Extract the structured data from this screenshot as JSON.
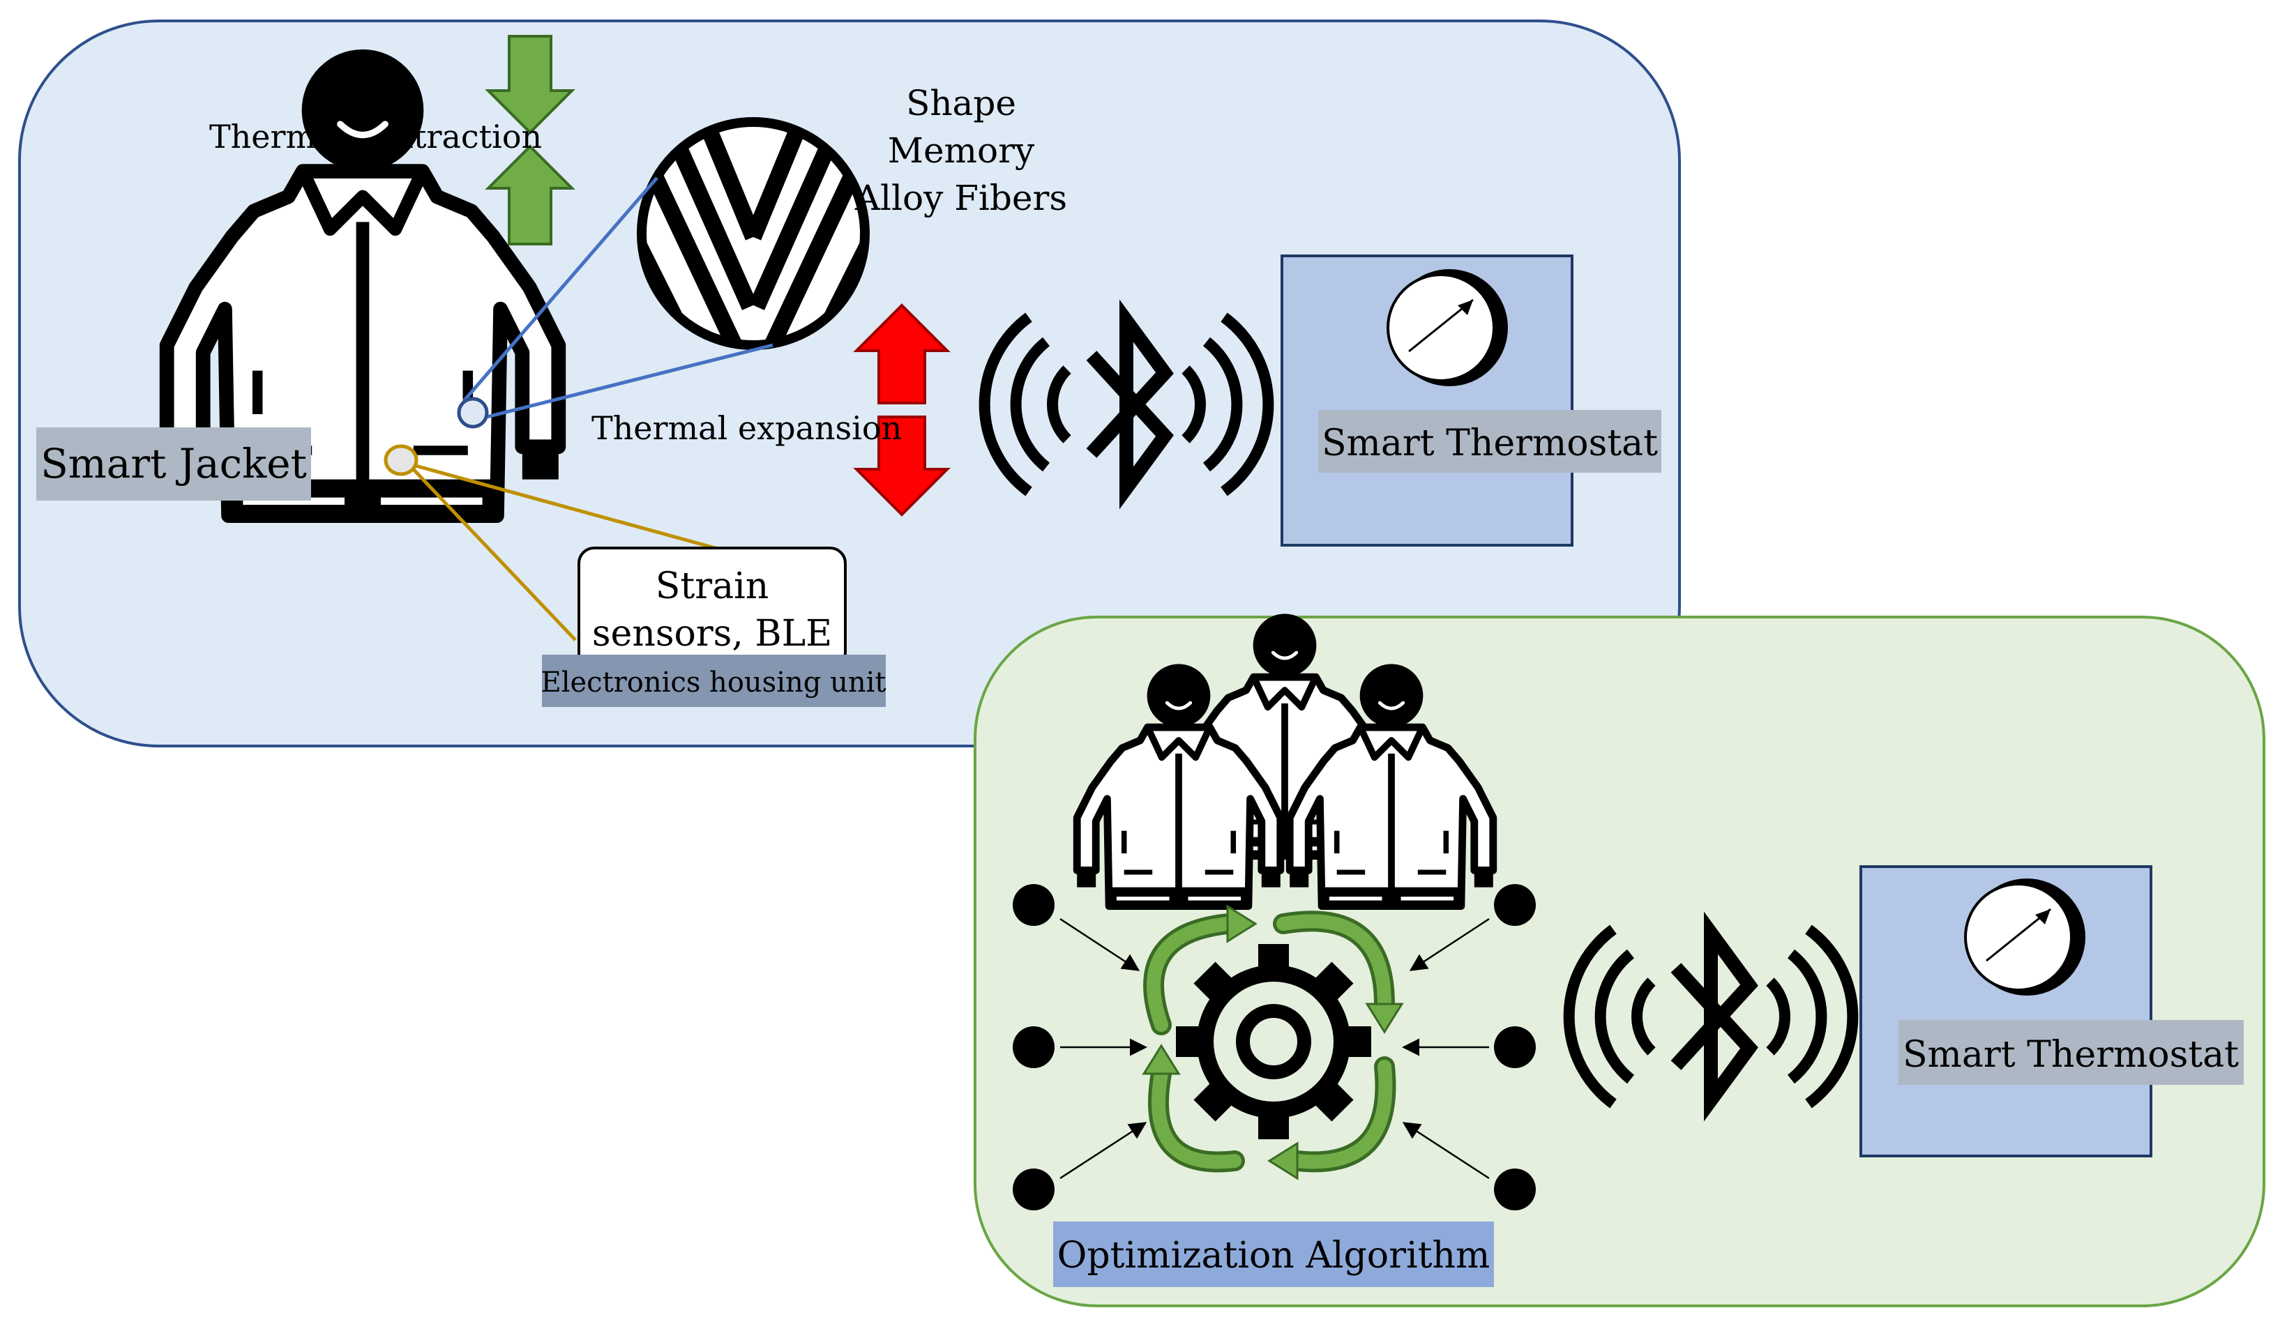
{
  "colors": {
    "top_panel_fill": "#deeaf5",
    "top_panel_stroke": "#2e4f8c",
    "bottom_panel_fill": "#e4efdd",
    "bottom_panel_stroke": "#6aa545",
    "thermostat_fill": "#b4c7e7",
    "label_gray": "#aeb8c4",
    "label_slate": "#8496b0",
    "label_blue": "#8eaadb",
    "green_arrow": "#70ad47",
    "red_arrow": "#ff0000",
    "callout_blue": "#4472c4",
    "callout_gold": "#bf9000"
  },
  "top_panel": {
    "thermal_contraction": "Thermal contraction",
    "shape_memory_line1": "Shape",
    "shape_memory_line2": "Memory",
    "shape_memory_line3": "Alloy Fibers",
    "thermal_expansion": "Thermal expansion",
    "smart_jacket": "Smart Jacket",
    "strain_line1": "Strain",
    "strain_line2": "sensors, BLE",
    "electronics_housing": "Electronics housing unit",
    "thermostat_label": "Smart Thermostat",
    "bluetooth_icon": "bluetooth-icon",
    "jacket_icon": "person-jacket-icon",
    "dial_icon": "thermostat-dial-icon"
  },
  "bottom_panel": {
    "optimization_algorithm": "Optimization Algorithm",
    "thermostat_label": "Smart Thermostat",
    "gear_icon": "gear-icon",
    "group_icon": "jacket-group-icon",
    "bluetooth_icon": "bluetooth-icon",
    "cycle_icon": "cycle-arrows-icon"
  }
}
